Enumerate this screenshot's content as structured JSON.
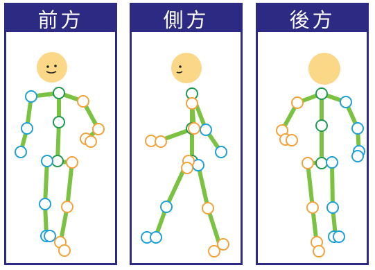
{
  "colors": {
    "frame": "#2d2a84",
    "header_text": "#ffffff",
    "bone_fill": "#7cc242",
    "bone_stroke": "#4e8d22",
    "head_fill": "#fbd888",
    "joint_left": "#1e9fd8",
    "joint_right": "#f2a23a",
    "joint_center": "#1f9950"
  },
  "panels": [
    {
      "id": "front",
      "label": "前方"
    },
    {
      "id": "side",
      "label": "側方"
    },
    {
      "id": "back",
      "label": "後方"
    }
  ]
}
